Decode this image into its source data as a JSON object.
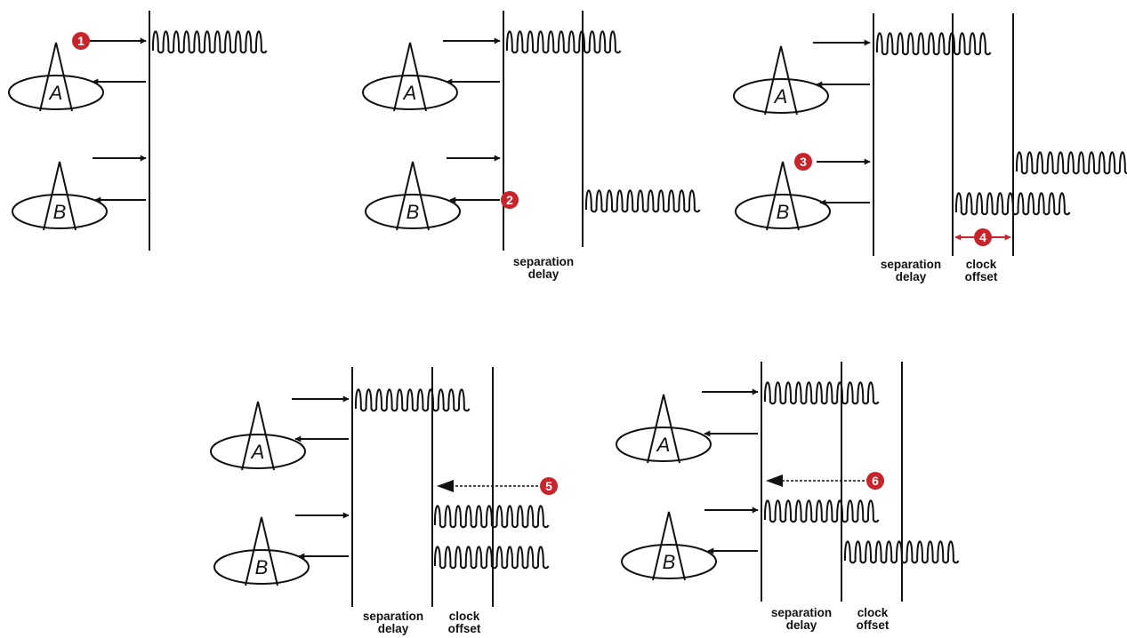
{
  "labels": {
    "antenna_a": "A",
    "antenna_b": "B",
    "separation": "separation",
    "delay": "delay",
    "clock": "clock",
    "offset": "offset"
  },
  "steps": [
    "1",
    "2",
    "3",
    "4",
    "5",
    "6"
  ],
  "colors": {
    "line": "#111111",
    "badge": "#c8242b",
    "offset_arrow": "#c8242b",
    "background": "#ffffff"
  }
}
